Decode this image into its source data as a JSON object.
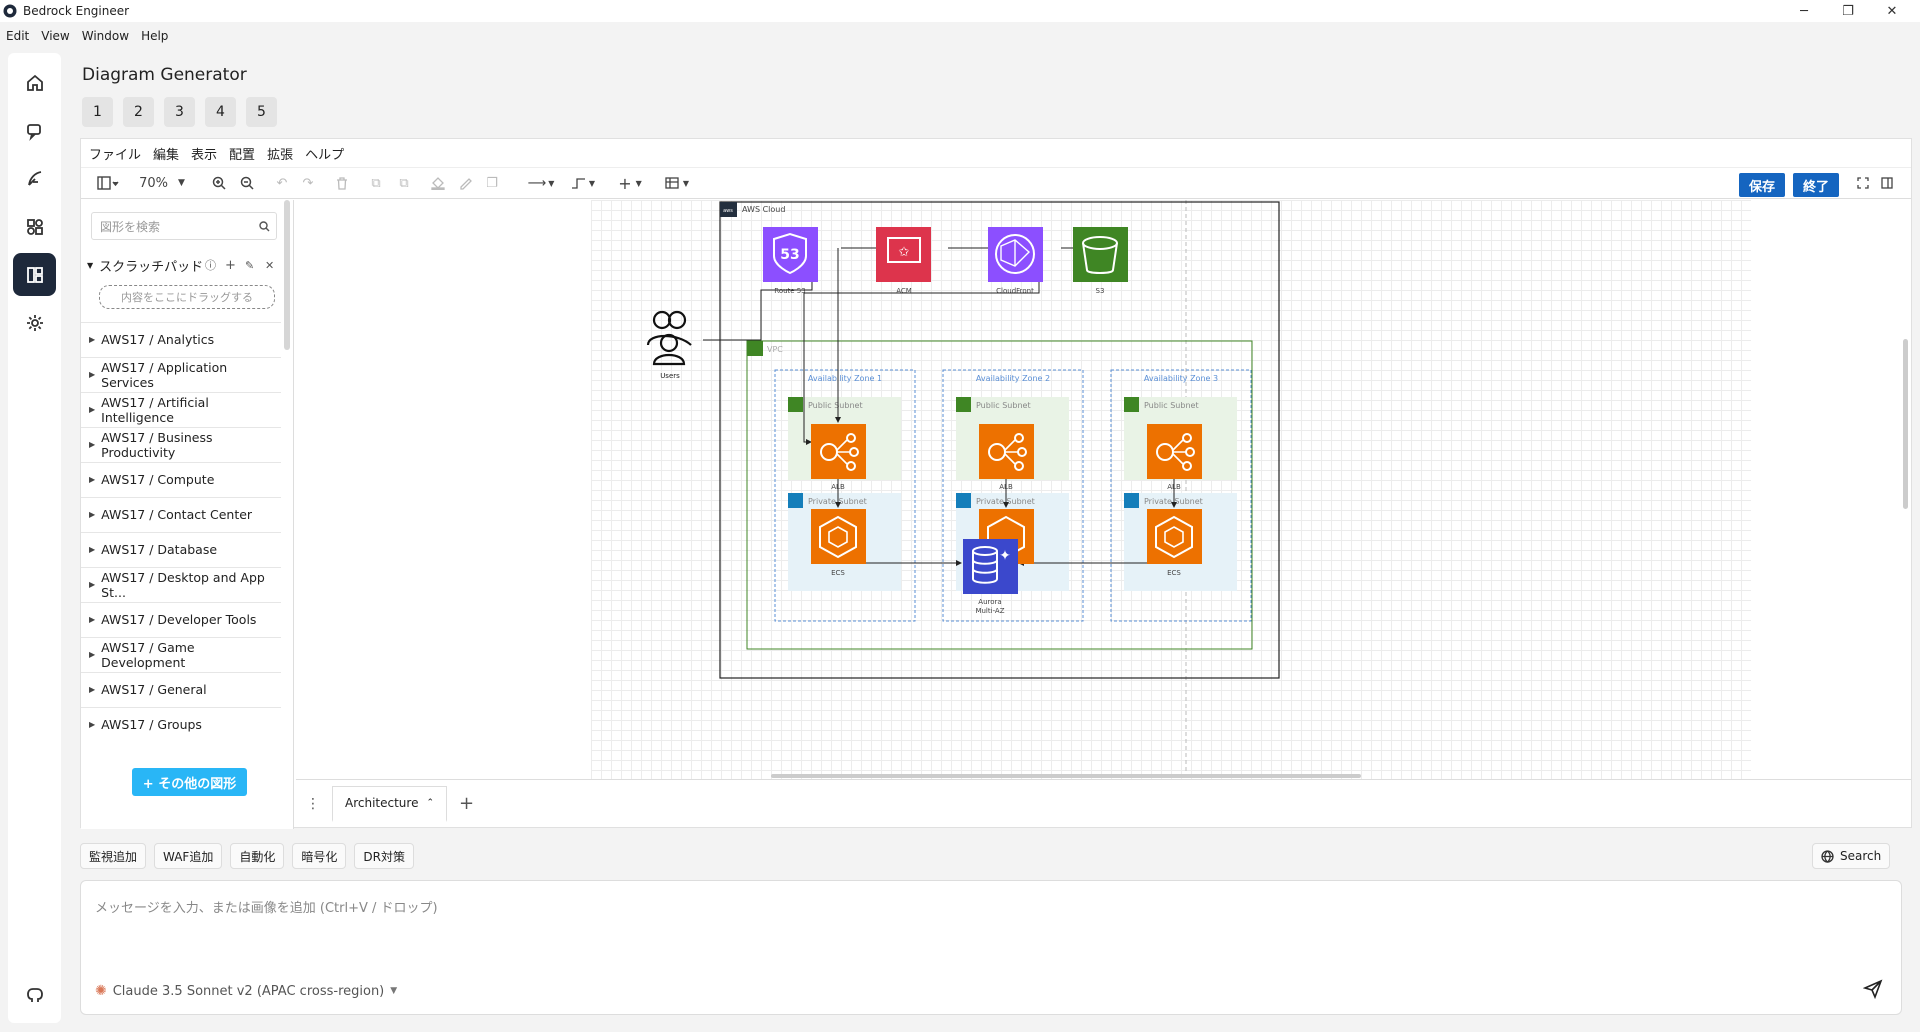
{
  "window": {
    "title": "Bedrock Engineer",
    "minimize": "─",
    "maximize": "❐",
    "close": "✕"
  },
  "menubar": [
    "Edit",
    "View",
    "Window",
    "Help"
  ],
  "page": {
    "title": "Diagram Generator",
    "history_tabs": [
      "1",
      "2",
      "3",
      "4",
      "5"
    ]
  },
  "diagram_menu": [
    "ファイル",
    "編集",
    "表示",
    "配置",
    "拡張",
    "ヘルプ"
  ],
  "toolbar": {
    "zoom": "70%",
    "save_label": "保存",
    "exit_label": "終了"
  },
  "shapes_panel": {
    "search_placeholder": "図形を検索",
    "scratchpad_label": "スクラッチパッド",
    "dropzone_text": "内容をここにドラッグする",
    "libraries": [
      "AWS17 / Analytics",
      "AWS17 / Application Services",
      "AWS17 / Artificial Intelligence",
      "AWS17 / Business Productivity",
      "AWS17 / Compute",
      "AWS17 / Contact Center",
      "AWS17 / Database",
      "AWS17 / Desktop and App St...",
      "AWS17 / Developer Tools",
      "AWS17 / Game Development",
      "AWS17 / General",
      "AWS17 / Groups"
    ],
    "more_shapes_label": "+ その他の図形"
  },
  "diagram": {
    "aws_cloud_label": "AWS Cloud",
    "aws_logo_text": "aws",
    "vpc_label": "VPC",
    "users_label": "Users",
    "services": {
      "route53": "Route 53",
      "acm": "ACM",
      "cloudfront": "CloudFront",
      "s3": "S3",
      "route53_badge": "53"
    },
    "az_labels": [
      "Availability Zone 1",
      "Availability Zone 2",
      "Availability Zone 3"
    ],
    "public_subnet": "Public Subnet",
    "private_subnet": "Private Subnet",
    "alb": "ALB",
    "ecs": "ECS",
    "aurora_line1": "Aurora",
    "aurora_line2": "Multi-AZ",
    "colors": {
      "route53": "#8c4fff",
      "acm": "#dd344c",
      "cloudfront": "#8c4fff",
      "s3": "#3f8624",
      "alb": "#ed7100",
      "ecs": "#ed7100",
      "aurora": "#3b48cc",
      "vpc_border": "#3f8624",
      "public_fill": "#e9f3e6",
      "private_fill": "#e6f2f8"
    }
  },
  "page_tab": {
    "name": "Architecture"
  },
  "chat": {
    "quick_actions": [
      "監視追加",
      "WAF追加",
      "自動化",
      "暗号化",
      "DR対策"
    ],
    "search_label": "Search",
    "input_placeholder": "メッセージを入力、または画像を追加 (Ctrl+V / ドロップ)",
    "model": "Claude 3.5 Sonnet v2 (APAC cross-region)"
  }
}
